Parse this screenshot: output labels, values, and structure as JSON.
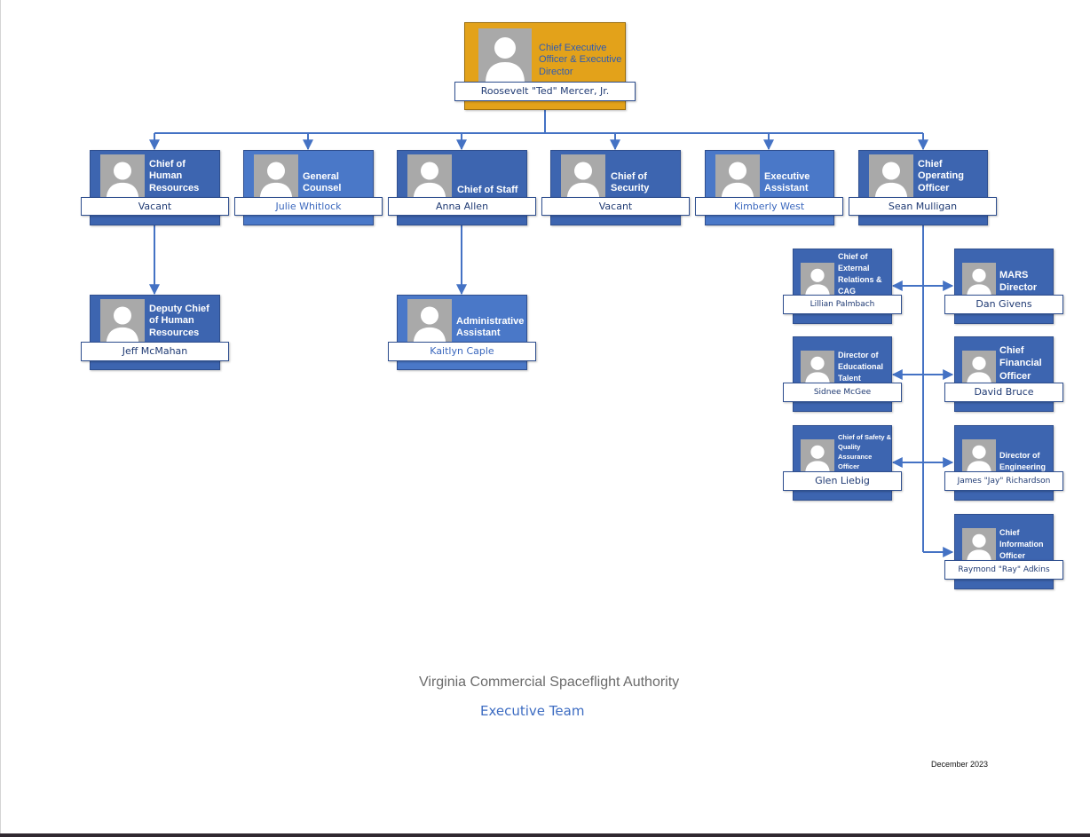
{
  "org": {
    "ceo": {
      "role": "Chief Executive Officer & Executive Director",
      "name": "Roosevelt \"Ted\" Mercer, Jr."
    },
    "tier1": [
      {
        "role": "Chief of Human Resources",
        "name": "Vacant"
      },
      {
        "role": "General Counsel",
        "name": "Julie Whitlock"
      },
      {
        "role": "Chief of Staff",
        "name": "Anna Allen"
      },
      {
        "role": "Chief of Security",
        "name": "Vacant"
      },
      {
        "role": "Executive Assistant",
        "name": "Kimberly West"
      },
      {
        "role": "Chief Operating Officer",
        "name": "Sean Mulligan"
      }
    ],
    "hr_deputy": {
      "role": "Deputy Chief of Human Resources",
      "name": "Jeff McMahan"
    },
    "staff_assistant": {
      "role": "Administrative Assistant",
      "name": "Kaitlyn Caple"
    },
    "coo_reports": [
      {
        "role": "Chief of External Relations & CAG",
        "name": "Lillian Palmbach"
      },
      {
        "role": "MARS Director",
        "name": "Dan Givens"
      },
      {
        "role": "Director of Educational Talent",
        "name": "Sidnee McGee"
      },
      {
        "role": "Chief Financial Officer",
        "name": "David Bruce"
      },
      {
        "role": "Chief of Safety & Quality Assurance Officer",
        "name": "Glen Liebig"
      },
      {
        "role": "Director of Engineering",
        "name": "James \"Jay\" Richardson"
      },
      {
        "role": "Chief Information Officer",
        "name": "Raymond \"Ray\" Adkins"
      }
    ]
  },
  "footer": {
    "organization": "Virginia Commercial Spaceflight Authority",
    "team": "Executive Team",
    "date": "December 2023"
  },
  "colors": {
    "card_dark": "#3d65b0",
    "card_light": "#4a78c8",
    "card_ceo": "#e3a21a",
    "connector": "#4472c4",
    "photo_bg": "#a9a9a9"
  },
  "icons": {
    "photo": "person-placeholder-icon"
  }
}
